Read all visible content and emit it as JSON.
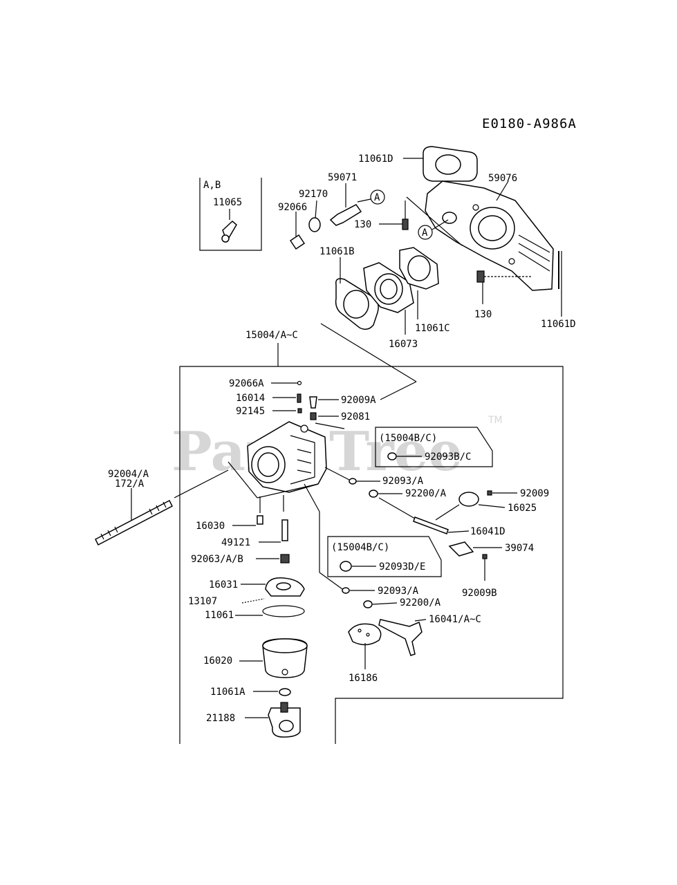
{
  "diagram_code": "E0180-A986A",
  "watermark": {
    "text": "PartsTree",
    "tm": "TM"
  },
  "inset_box": {
    "title": "A,B",
    "part": "11065"
  },
  "callout_a": "A",
  "subassembly_notes": {
    "upper": "(15004B/C)",
    "lower": "(15004B/C)"
  },
  "labels": {
    "p11061D_top": "11061D",
    "p59071": "59071",
    "p92170": "92170",
    "p92066": "92066",
    "p59076": "59076",
    "p130_upper": "130",
    "p11061B": "11061B",
    "p130_lower": "130",
    "p11061D_right": "11061D",
    "p11061C": "11061C",
    "p16073": "16073",
    "p15004": "15004/A~C",
    "p92066A": "92066A",
    "p16014": "16014",
    "p92009A": "92009A",
    "p92145": "92145",
    "p92081": "92081",
    "p92093BC": "92093B/C",
    "p92004": "92004/A",
    "p172": "172/A",
    "p92093A_1": "92093/A",
    "p92200A_1": "92200/A",
    "p92009": "92009",
    "p16025": "16025",
    "p16030": "16030",
    "p16041D": "16041D",
    "p49121": "49121",
    "p39074": "39074",
    "p92063": "92063/A/B",
    "p92093DE": "92093D/E",
    "p92009B": "92009B",
    "p16031": "16031",
    "p92093A_2": "92093/A",
    "p13107": "13107",
    "p92200A_2": "92200/A",
    "p11061": "11061",
    "p16041AC": "16041/A~C",
    "p16020": "16020",
    "p16186": "16186",
    "p11061A": "11061A",
    "p21188": "21188"
  }
}
